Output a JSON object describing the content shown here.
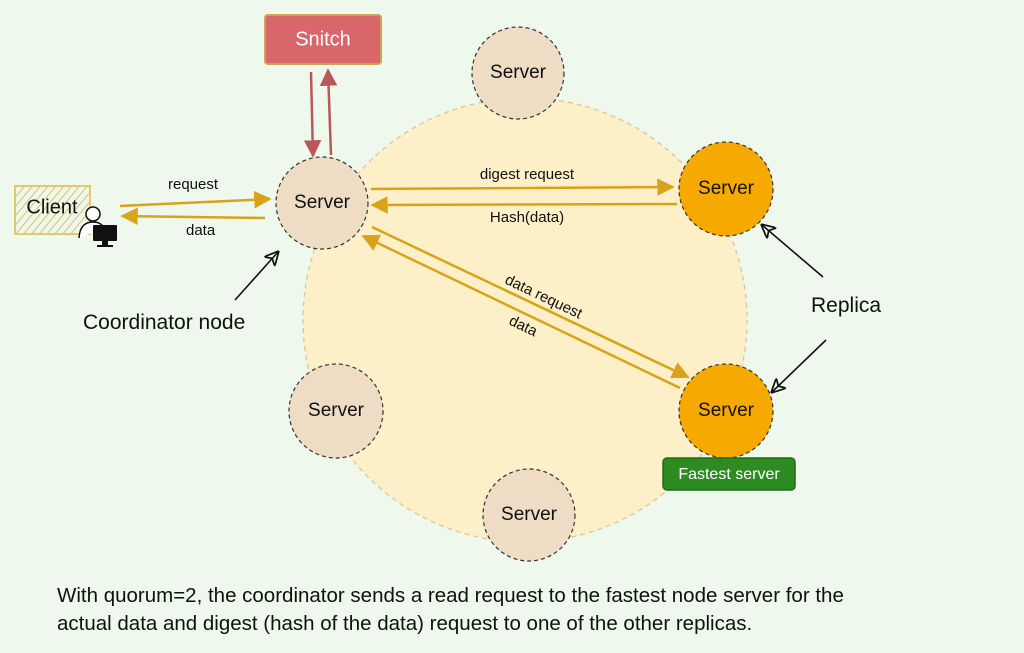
{
  "nodes": {
    "snitch": "Snitch",
    "coordinator": "Server",
    "server_top": "Server",
    "replica_1": "Server",
    "replica_2": "Server",
    "server_left": "Server",
    "server_bottom": "Server",
    "client": "Client"
  },
  "edges": {
    "request": "request",
    "data_to_client": "data",
    "digest_request": "digest request",
    "hash_data": "Hash(data)",
    "data_request": "data request",
    "data_back": "data"
  },
  "labels": {
    "coordinator_node": "Coordinator node",
    "replica": "Replica",
    "fastest_server": "Fastest server"
  },
  "caption": {
    "line1": "With quorum=2, the coordinator sends a read request to the fastest node server for the",
    "line2": "actual data and digest (hash of the data) request to one of the other replicas."
  },
  "colors": {
    "ring_fill": "#fdf0c8",
    "server_fill": "#eeddc4",
    "replica_fill": "#f6a900",
    "snitch_fill": "#d9666a",
    "arrow_gold": "#d8a31a",
    "arrow_red": "#b9575a",
    "fastest_badge": "#2e8b22"
  }
}
